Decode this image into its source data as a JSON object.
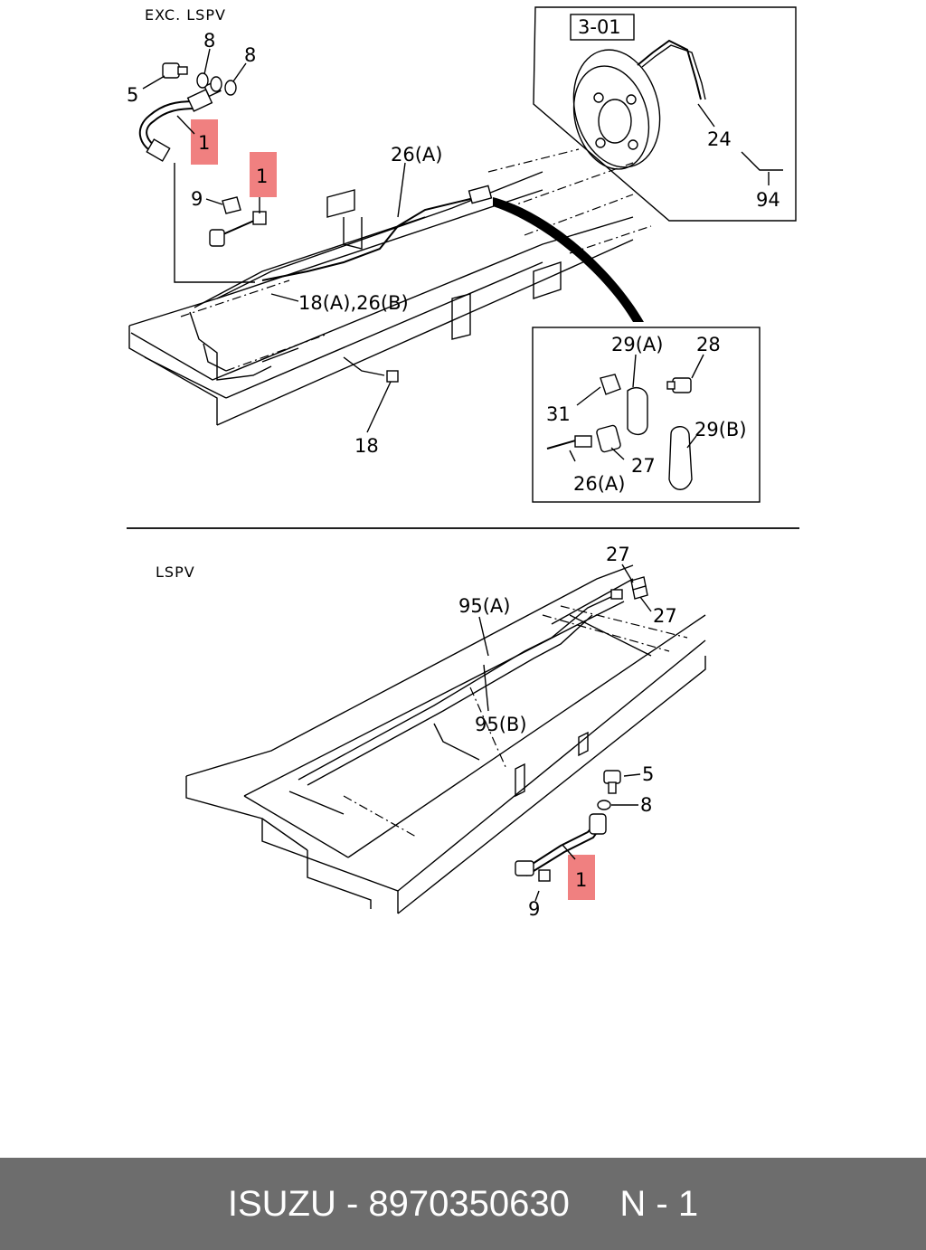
{
  "top_section": {
    "title": "EXC. LSPV",
    "labels": {
      "l8a": "8",
      "l8b": "8",
      "l5": "5",
      "l1a": "1",
      "l9": "9",
      "l1b": "1",
      "l26a": "26(A)",
      "l18a26b": "18(A),26(B)",
      "l18": "18"
    }
  },
  "inset_backplate": {
    "ref": "3-01",
    "l24": "24",
    "l94": "94"
  },
  "inset_clamp": {
    "l29a": "29(A)",
    "l28": "28",
    "l31": "31",
    "l29b": "29(B)",
    "l27": "27",
    "l26a": "26(A)"
  },
  "bottom_section": {
    "title": "LSPV",
    "labels": {
      "l27a": "27",
      "l27b": "27",
      "l95a": "95(A)",
      "l95b": "95(B)",
      "l5": "5",
      "l8": "8",
      "l1": "1",
      "l9": "9"
    }
  },
  "highlight_color": "#f08080",
  "footer": {
    "text": "ISUZU - 8970350630     N - 1"
  }
}
